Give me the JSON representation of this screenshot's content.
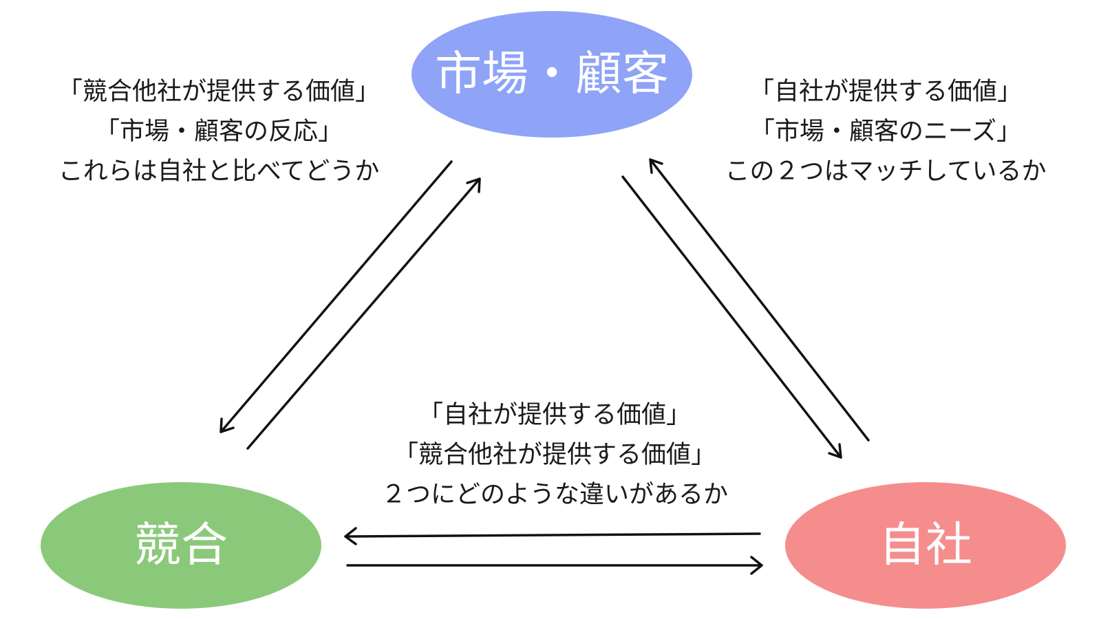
{
  "nodes": {
    "market": {
      "label": "市場・顧客",
      "color": "#8fa3f7"
    },
    "competitor": {
      "label": "競合",
      "color": "#8bc97a"
    },
    "company": {
      "label": "自社",
      "color": "#f58d8d"
    }
  },
  "notes": {
    "market_competitor": [
      "「競合他社が提供する価値」",
      "「市場・顧客の反応」",
      "これらは自社と比べてどうか"
    ],
    "market_company": [
      "「自社が提供する価値」",
      "「市場・顧客のニーズ」",
      "この２つはマッチしているか"
    ],
    "competitor_company": [
      "「自社が提供する価値」",
      "「競合他社が提供する価値」",
      "２つにどのような違いがあるか"
    ]
  }
}
